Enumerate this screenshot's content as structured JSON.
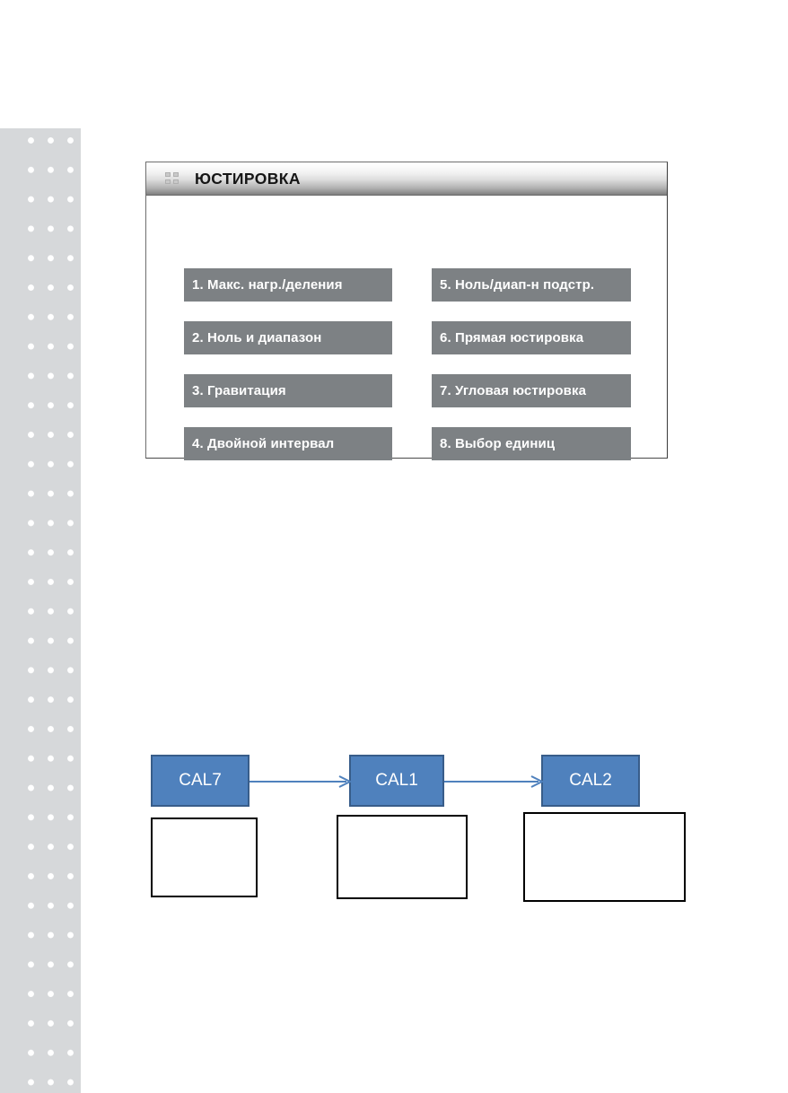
{
  "page": {
    "background_color": "#ffffff",
    "side_band": {
      "color": "#d6d8da",
      "dot_color": "#ffffff",
      "dot_columns": 3
    }
  },
  "menu_panel": {
    "header": {
      "icon": "grid-2x2-icon",
      "title": "ЮСТИРОВКА"
    },
    "button_color": "#7d8184",
    "button_text_color": "#ffffff",
    "columns": [
      {
        "name": "left-column",
        "buttons": [
          {
            "label": "1. Макс. нагр./деления"
          },
          {
            "label": "2. Ноль и диапазон"
          },
          {
            "label": "3. Гравитация"
          },
          {
            "label": "4. Двойной интервал"
          }
        ]
      },
      {
        "name": "right-column",
        "buttons": [
          {
            "label": "5. Ноль/диап-н подстр."
          },
          {
            "label": "6. Прямая юстировка"
          },
          {
            "label": "7. Угловая юстировка"
          },
          {
            "label": "8. Выбор единиц"
          }
        ]
      }
    ]
  },
  "cal_flow": {
    "box_fill": "#4f81bd",
    "box_border": "#385d8a",
    "arrow_color": "#4f81bd",
    "nodes": [
      {
        "label": "CAL7"
      },
      {
        "label": "CAL1"
      },
      {
        "label": "CAL2"
      }
    ],
    "arrows": [
      {
        "from": "CAL7",
        "to": "CAL1"
      },
      {
        "from": "CAL1",
        "to": "CAL2"
      }
    ],
    "note_boxes": [
      {
        "text": ""
      },
      {
        "text": ""
      },
      {
        "text": ""
      }
    ]
  }
}
